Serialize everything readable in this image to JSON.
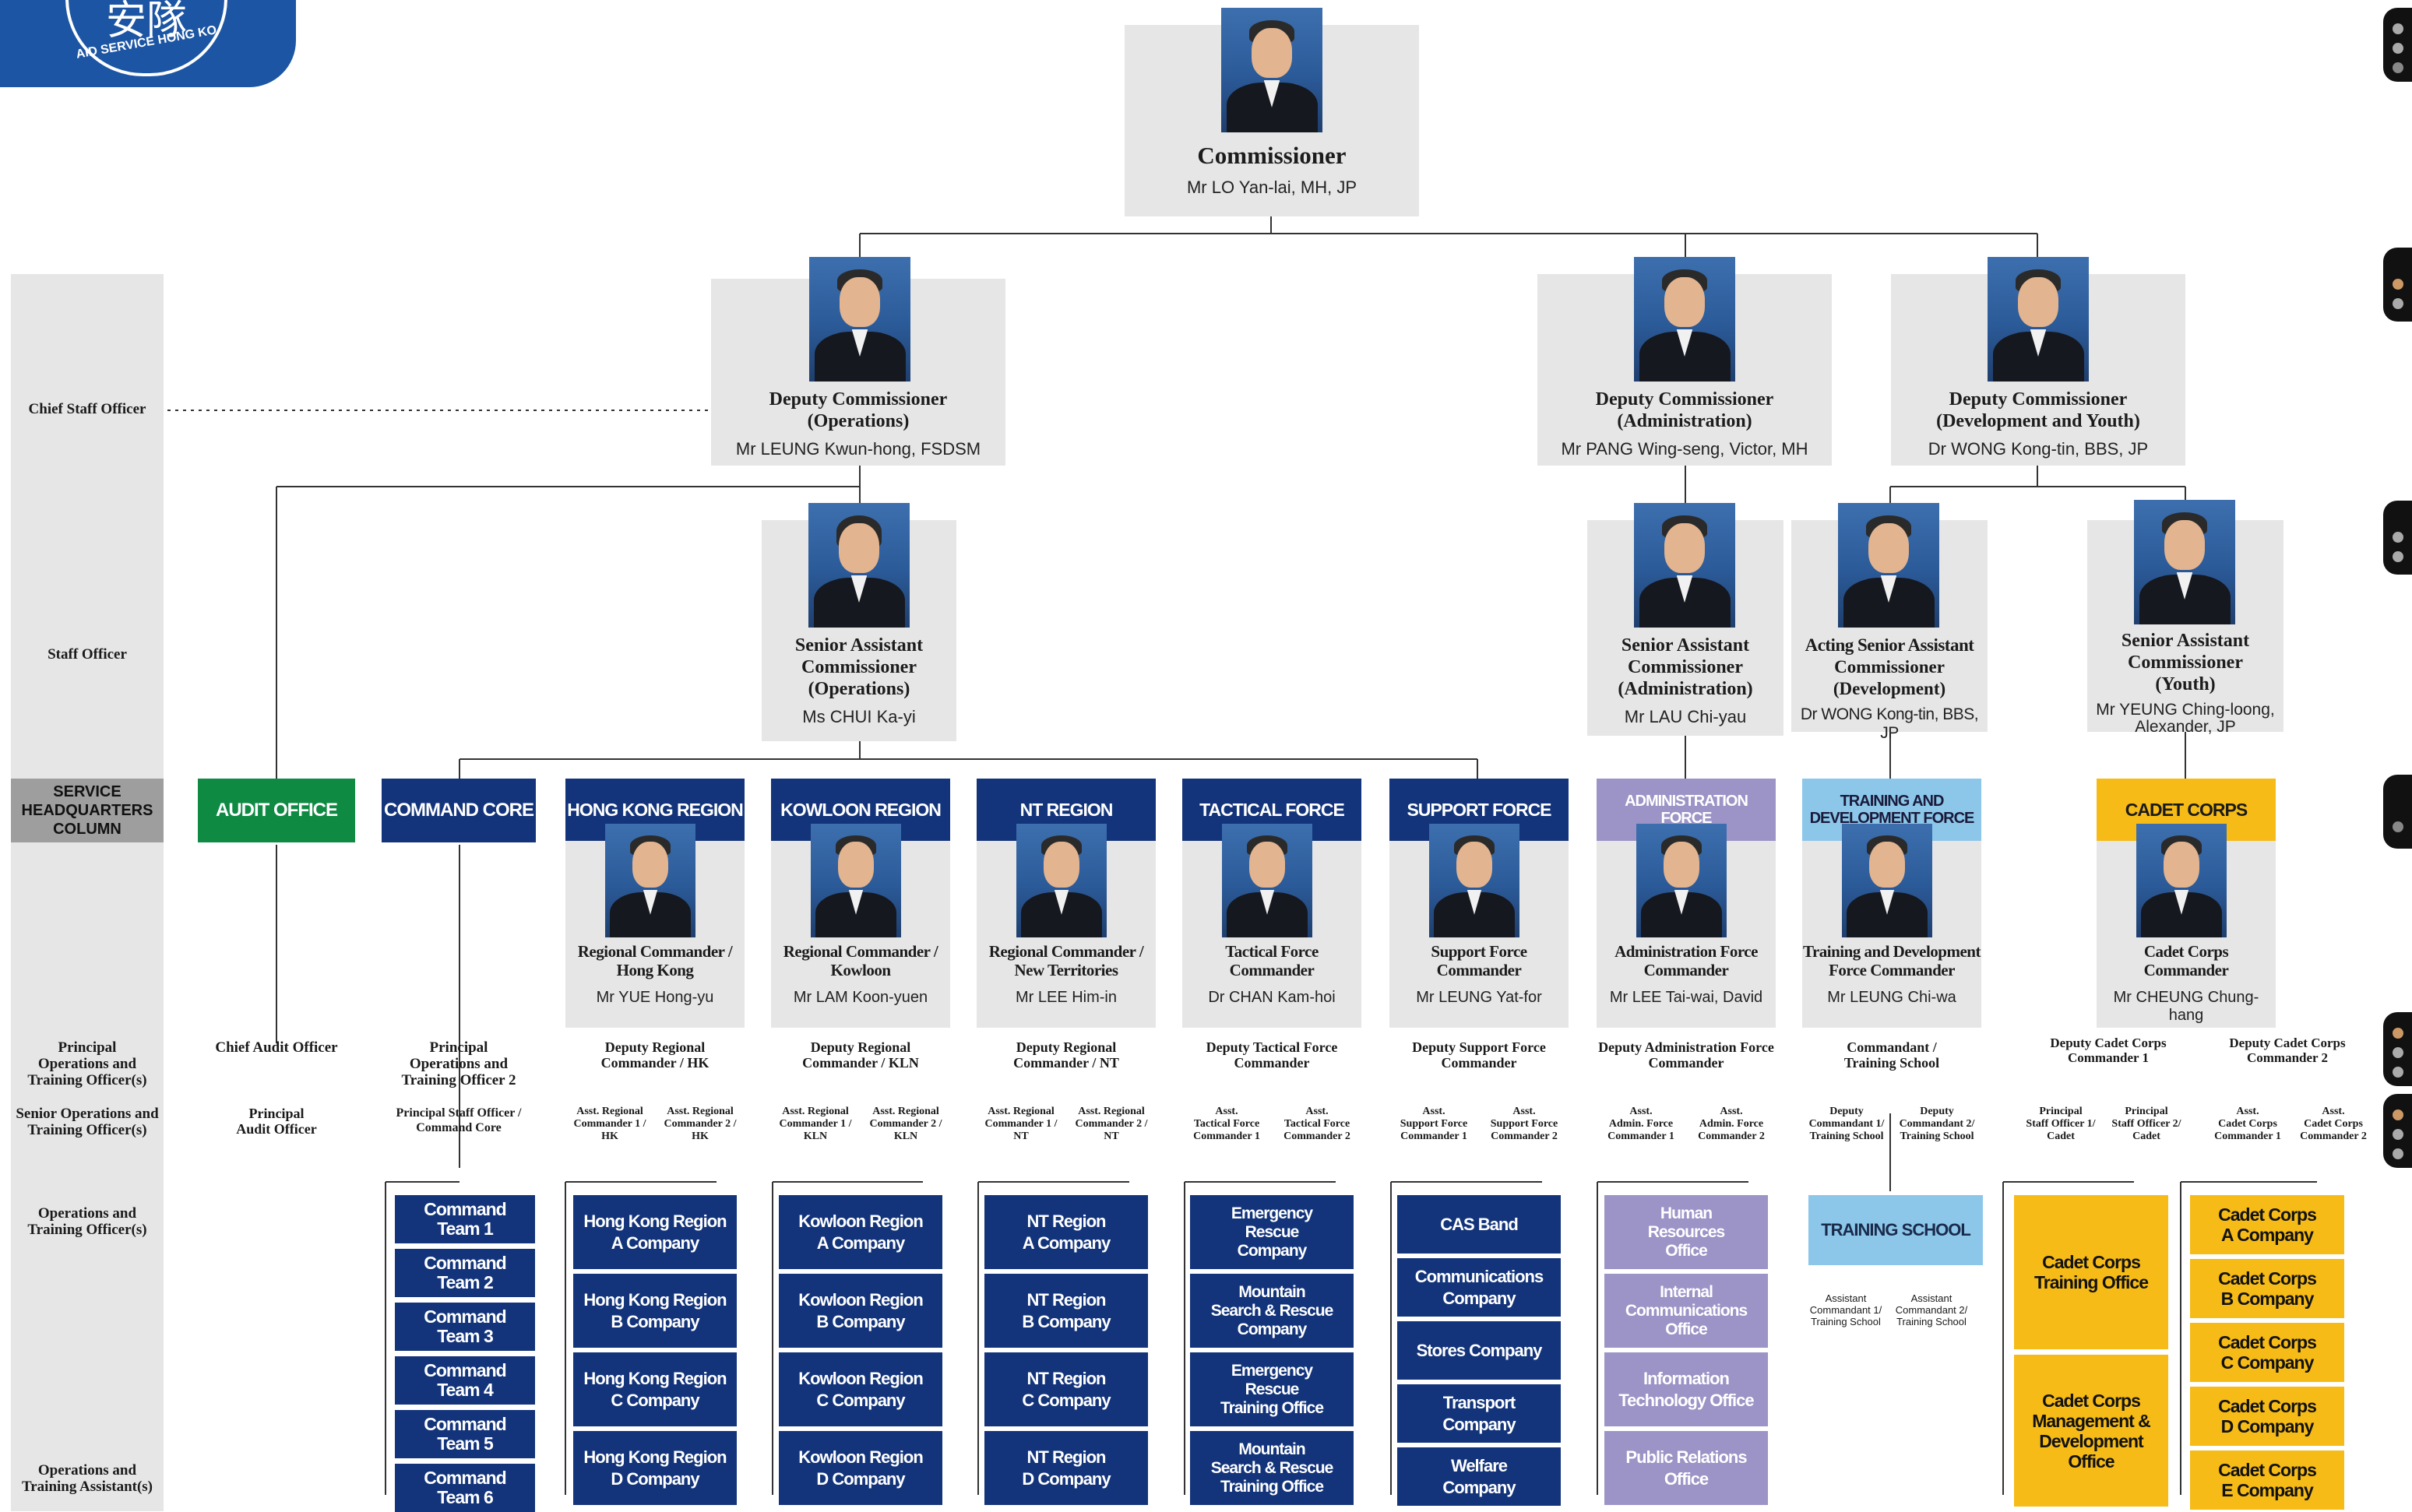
{
  "logo": {
    "text": "AID SERVICE HONG KO",
    "emblem_text": "安隊"
  },
  "left_column": {
    "chief_staff_officer": "Chief Staff Officer",
    "staff_officer": "Staff Officer",
    "shq": [
      "SERVICE",
      "HEADQUARTERS",
      "COLUMN"
    ],
    "principal_ops": [
      "Principal",
      "Operations and",
      "Training Officer(s)"
    ],
    "senior_ops": [
      "Senior Operations and",
      "Training Officer(s)"
    ],
    "ops_training": [
      "Operations and",
      "Training Officer(s)"
    ],
    "ops_assistant": [
      "Operations and",
      "Training Assistant(s)"
    ]
  },
  "commissioner": {
    "title": "Commissioner",
    "name": "Mr LO Yan-lai, MH, JP"
  },
  "deputies": [
    {
      "title": [
        "Deputy Commissioner",
        "(Operations)"
      ],
      "name": "Mr LEUNG Kwun-hong, FSDSM"
    },
    {
      "title": [
        "Deputy Commissioner",
        "(Administration)"
      ],
      "name": "Mr PANG Wing-seng, Victor, MH"
    },
    {
      "title": [
        "Deputy Commissioner",
        "(Development and Youth)"
      ],
      "name": "Dr WONG Kong-tin, BBS, JP"
    }
  ],
  "sacs": [
    {
      "title": [
        "Senior Assistant",
        "Commissioner",
        "(Operations)"
      ],
      "name": [
        "Ms CHUI Ka-yi"
      ]
    },
    {
      "title": [
        "Senior Assistant",
        "Commissioner",
        "(Administration)"
      ],
      "name": [
        "Mr LAU Chi-yau"
      ]
    },
    {
      "title": [
        "Acting Senior Assistant",
        "Commissioner",
        "(Development)"
      ],
      "name": [
        "Dr WONG Kong-tin, BBS, JP"
      ]
    },
    {
      "title": [
        "Senior Assistant",
        "Commissioner",
        "(Youth)"
      ],
      "name": [
        "Mr YEUNG Ching-loong,",
        "Alexander, JP"
      ]
    }
  ],
  "audit": {
    "header": "AUDIT OFFICE",
    "principal": "Chief Audit Officer",
    "senior": [
      "Principal",
      "Audit Officer"
    ]
  },
  "command_core": {
    "header": "COMMAND CORE",
    "principal": [
      "Principal",
      "Operations and",
      "Training Officer 2"
    ],
    "senior": [
      "Principal Staff Officer /",
      "Command Core"
    ],
    "units": [
      [
        "Command",
        "Team 1"
      ],
      [
        "Command",
        "Team 2"
      ],
      [
        "Command",
        "Team 3"
      ],
      [
        "Command",
        "Team 4"
      ],
      [
        "Command",
        "Team 5"
      ],
      [
        "Command",
        "Team 6"
      ]
    ]
  },
  "columns": [
    {
      "header": [
        "HONG KONG REGION"
      ],
      "title": [
        "Regional Commander /",
        "Hong Kong"
      ],
      "name": "Mr YUE Hong-yu",
      "principal": [
        "Deputy Regional",
        "Commander / HK"
      ],
      "senior": [
        [
          "Asst. Regional",
          "Commander 1 /",
          "HK"
        ],
        [
          "Asst. Regional",
          "Commander 2 /",
          "HK"
        ]
      ],
      "units": [
        [
          "Hong Kong Region",
          "A Company"
        ],
        [
          "Hong Kong Region",
          "B Company"
        ],
        [
          "Hong Kong Region",
          "C Company"
        ],
        [
          "Hong Kong Region",
          "D Company"
        ]
      ]
    },
    {
      "header": [
        "KOWLOON REGION"
      ],
      "title": [
        "Regional Commander /",
        "Kowloon"
      ],
      "name": "Mr LAM Koon-yuen",
      "principal": [
        "Deputy Regional",
        "Commander / KLN"
      ],
      "senior": [
        [
          "Asst. Regional",
          "Commander 1 /",
          "KLN"
        ],
        [
          "Asst. Regional",
          "Commander 2 /",
          "KLN"
        ]
      ],
      "units": [
        [
          "Kowloon Region",
          "A Company"
        ],
        [
          "Kowloon Region",
          "B Company"
        ],
        [
          "Kowloon Region",
          "C Company"
        ],
        [
          "Kowloon Region",
          "D Company"
        ]
      ]
    },
    {
      "header": [
        "NT REGION"
      ],
      "title": [
        "Regional Commander /",
        "New Territories"
      ],
      "name": "Mr LEE Him-in",
      "principal": [
        "Deputy Regional",
        "Commander / NT"
      ],
      "senior": [
        [
          "Asst. Regional",
          "Commander 1 /",
          "NT"
        ],
        [
          "Asst. Regional",
          "Commander 2 /",
          "NT"
        ]
      ],
      "units": [
        [
          "NT Region",
          "A Company"
        ],
        [
          "NT Region",
          "B Company"
        ],
        [
          "NT Region",
          "C Company"
        ],
        [
          "NT Region",
          "D Company"
        ]
      ]
    },
    {
      "header": [
        "TACTICAL FORCE"
      ],
      "title": [
        "Tactical Force",
        "Commander"
      ],
      "name": "Dr CHAN Kam-hoi",
      "principal": [
        "Deputy Tactical Force",
        "Commander"
      ],
      "senior": [
        [
          "Asst.",
          "Tactical Force",
          "Commander 1"
        ],
        [
          "Asst.",
          "Tactical Force",
          "Commander 2"
        ]
      ],
      "units": [
        [
          "Emergency",
          "Rescue",
          "Company"
        ],
        [
          "Mountain",
          "Search & Rescue",
          "Company"
        ],
        [
          "Emergency",
          "Rescue",
          "Training Office"
        ],
        [
          "Mountain",
          "Search & Rescue",
          "Training Office"
        ]
      ]
    },
    {
      "header": [
        "SUPPORT FORCE"
      ],
      "title": [
        "Support Force",
        "Commander"
      ],
      "name": "Mr LEUNG Yat-for",
      "principal": [
        "Deputy Support Force",
        "Commander"
      ],
      "senior": [
        [
          "Asst.",
          "Support Force",
          "Commander 1"
        ],
        [
          "Asst.",
          "Support Force",
          "Commander 2"
        ]
      ],
      "units": [
        [
          "CAS Band"
        ],
        [
          "Communications",
          "Company"
        ],
        [
          "Stores Company"
        ],
        [
          "Transport",
          "Company"
        ],
        [
          "Welfare",
          "Company"
        ]
      ]
    },
    {
      "header": [
        "ADMINISTRATION",
        "FORCE"
      ],
      "title": [
        "Administration Force",
        "Commander"
      ],
      "name": "Mr LEE Tai-wai, David",
      "principal": [
        "Deputy Administration Force",
        "Commander"
      ],
      "senior": [
        [
          "Asst.",
          "Admin. Force",
          "Commander 1"
        ],
        [
          "Asst.",
          "Admin. Force",
          "Commander 2"
        ]
      ],
      "units": [
        [
          "Human",
          "Resources",
          "Office"
        ],
        [
          "Internal",
          "Communications",
          "Office"
        ],
        [
          "Information",
          "Technology Office"
        ],
        [
          "Public Relations",
          "Office"
        ]
      ]
    },
    {
      "header": [
        "TRAINING AND",
        "DEVELOPMENT FORCE"
      ],
      "title": [
        "Training and Development",
        "Force Commander"
      ],
      "name": "Mr LEUNG Chi-wa",
      "principal": [
        "Commandant /",
        "Training School"
      ],
      "senior": [
        [
          "Deputy",
          "Commandant 1/",
          "Training School"
        ],
        [
          "Deputy",
          "Commandant 2/",
          "Training School"
        ]
      ],
      "units": [
        [
          "TRAINING SCHOOL"
        ]
      ],
      "assistants": [
        [
          "Assistant",
          "Commandant 1/",
          "Training School"
        ],
        [
          "Assistant",
          "Commandant 2/",
          "Training School"
        ]
      ]
    },
    {
      "header": [
        "CADET CORPS"
      ],
      "title": [
        "Cadet Corps",
        "Commander"
      ],
      "name": "Mr CHEUNG Chung-hang",
      "principal_a": [
        "Deputy Cadet Corps",
        "Commander 1"
      ],
      "principal_b": [
        "Deputy Cadet Corps",
        "Commander 2"
      ],
      "senior": [
        [
          "Principal",
          "Staff Officer 1/",
          "Cadet"
        ],
        [
          "Principal",
          "Staff Officer 2/",
          "Cadet"
        ],
        [
          "Asst.",
          "Cadet Corps",
          "Commander 1"
        ],
        [
          "Asst.",
          "Cadet Corps",
          "Commander 2"
        ]
      ],
      "units_left": [
        [
          "Cadet Corps",
          "Training Office"
        ],
        [
          "Cadet Corps",
          "Management &",
          "Development",
          "Office"
        ]
      ],
      "units_right": [
        [
          "Cadet Corps",
          "A Company"
        ],
        [
          "Cadet Corps",
          "B Company"
        ],
        [
          "Cadet Corps",
          "C Company"
        ],
        [
          "Cadet Corps",
          "D Company"
        ],
        [
          "Cadet Corps",
          "E Company"
        ]
      ]
    }
  ],
  "colors": {
    "navy": "#13347a",
    "green": "#0e8a43",
    "purple": "#9c93c6",
    "light_blue": "#8cc7ea",
    "yellow": "#f6bb16",
    "grey": "#e6e6e6"
  }
}
